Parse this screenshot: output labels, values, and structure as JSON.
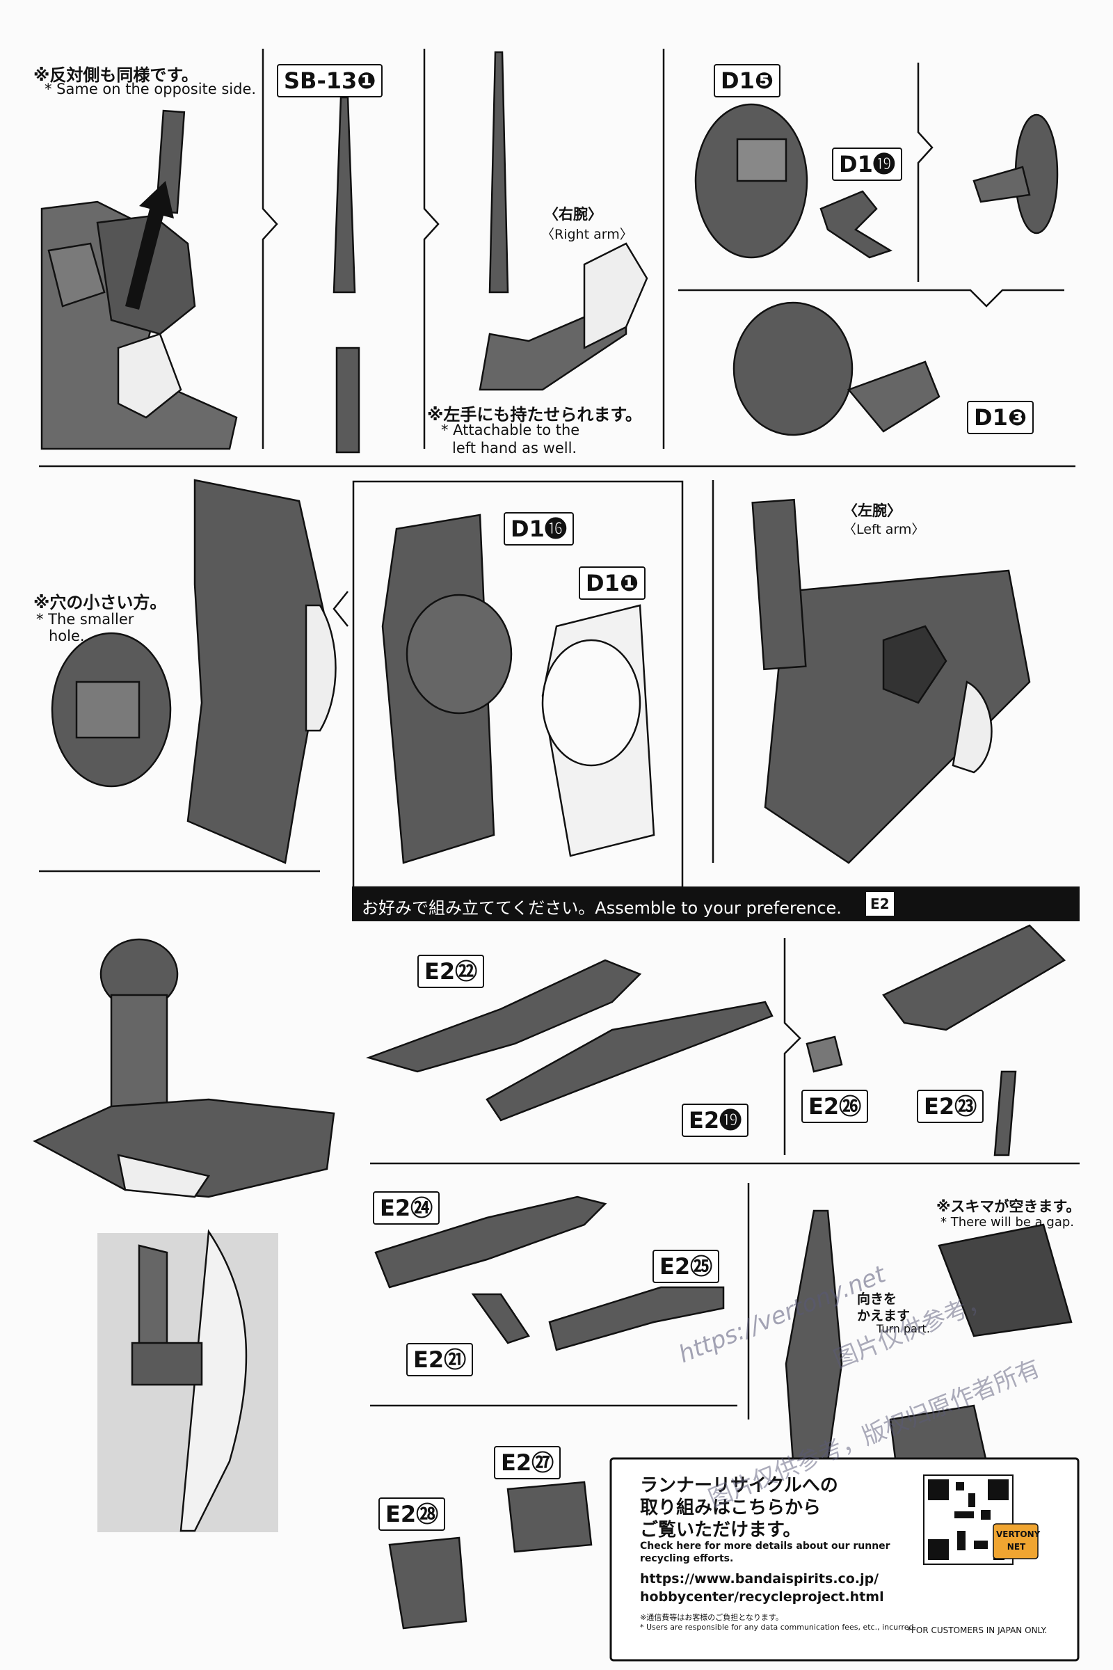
{
  "top_left": {
    "note_jp": "※反対側も同様です。",
    "note_en": "* Same on the opposite side."
  },
  "step_sb": {
    "label": "SB-13❶",
    "right_arm_jp": "〈右腕〉",
    "right_arm_en": "〈Right arm〉",
    "note_jp": "※左手にも持たせられます。",
    "note_en_1": "* Attachable to the",
    "note_en_2": "left hand as well."
  },
  "step_d1": {
    "d1_5": "D1❺",
    "d1_19": "D1⓳",
    "d1_3": "D1❸",
    "d1_16": "D1⓰",
    "d1_1": "D1❶"
  },
  "middle": {
    "hole_jp": "※穴の小さい方。",
    "hole_en_1": "* The smaller",
    "hole_en_2": "hole.",
    "left_arm_jp": "〈左腕〉",
    "left_arm_en": "〈Left arm〉"
  },
  "banner": {
    "text": "お好みで組み立ててください。Assemble to your preference.",
    "tag": "E2"
  },
  "parts_e2": {
    "e2_22": "E2㉒",
    "e2_19": "E2⓳",
    "e2_26": "E2㉖",
    "e2_23": "E2㉓",
    "e2_24": "E2㉔",
    "e2_25": "E2㉕",
    "e2_21": "E2㉑",
    "e2_27": "E2㉗",
    "e2_28": "E2㉘"
  },
  "gap_note": {
    "jp": "※スキマが空きます。",
    "en": "* There will be a gap."
  },
  "turn_note": {
    "jp_1": "向きを",
    "jp_2": "かえます",
    "en": "Turn part."
  },
  "recycle": {
    "jp_1": "ランナーリサイクルへの",
    "jp_2": "取り組みはこちらから",
    "jp_3": "ご覧いただけます。",
    "en_1": "Check here for more details about our runner",
    "en_2": "recycling efforts.",
    "url_1": "https://www.bandaispirits.co.jp/",
    "url_2": "hobbycenter/recycleproject.html",
    "fine_jp": "※通信費等はお客様のご負担となります。",
    "fine_en": "* Users are responsible for any data communication fees, etc., incurred.",
    "japan_only": "*FOR CUSTOMERS IN JAPAN ONLY.",
    "badge": "VERTONY NET"
  },
  "watermark": {
    "line_1": "https://vertony.net",
    "line_2": "图片仅供参考，",
    "line_3": "图片仅供参考，版权归原作者所有"
  },
  "colors": {
    "part_dark": "#5a5a5a",
    "part_mid": "#8a8a8a",
    "part_light": "#ececec",
    "line": "#111111"
  }
}
